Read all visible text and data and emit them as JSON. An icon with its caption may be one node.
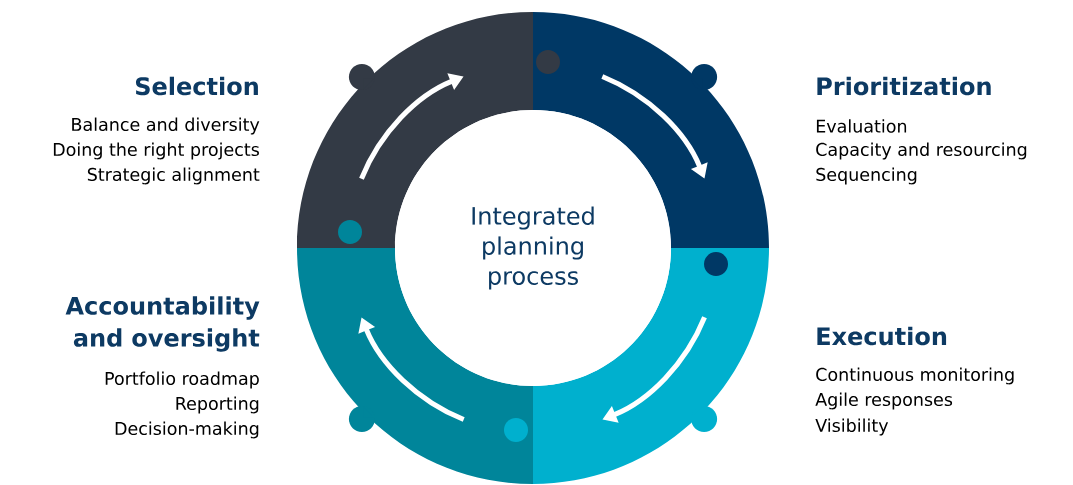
{
  "diagram": {
    "nodes": [
      {
        "text": [
          "Integrated planning process"
        ]
      }
    ],
    "edges": [],
    "labels": [
      "Selection",
      "Balance and diversity",
      "Doing the right projects",
      "Strategic alignment",
      "Prioritization",
      "Evaluation",
      "Capacity and resourcing",
      "Sequencing",
      "Accountability and oversight",
      "Portfolio roadmap",
      "Reporting",
      "Decision-making",
      "Execution",
      "Continuous monitoring",
      "Agile responses",
      "Visibility"
    ]
  }
}
